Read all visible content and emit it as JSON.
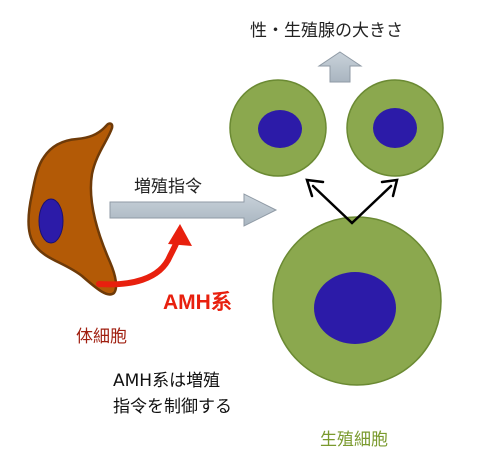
{
  "labels": {
    "gonad_size": "性・生殖腺の大きさ",
    "proliferation_signal": "増殖指令",
    "amh_system": "AMH系",
    "somatic_cell": "体細胞",
    "control_note_line1": "AMH系は増殖",
    "control_note_line2": "指令を制御する",
    "germ_cell": "生殖細胞"
  },
  "colors": {
    "somatic_fill": "#b35a06",
    "somatic_stroke": "#6e3a08",
    "nucleus": "#2c1ba8",
    "germ_fill": "#8ba84e",
    "germ_stroke": "#6b8a33",
    "signal_arrow": "#b8c4cf",
    "amh_arrow": "#e8200e",
    "amh_text": "#e8200e",
    "somatic_text": "#a01f10",
    "germ_text": "#7a9a2e"
  }
}
